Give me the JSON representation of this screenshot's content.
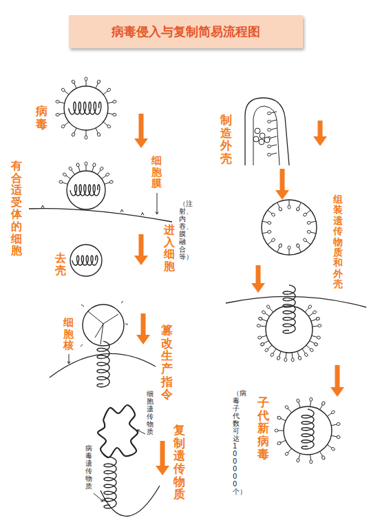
{
  "diagram": {
    "title": "病毒侵入与复制简易流程图",
    "labels": [
      "病毒",
      "有合适受体的细胞",
      "细胞膜",
      "（注射、内吞、膜融合等）",
      "进入细胞",
      "去壳",
      "细胞核",
      "篡改生产指令",
      "细胞遗传物质",
      "病毒遗传物质",
      "复制遗传物质",
      "制造外壳",
      "组装遗传物质和外壳",
      "（病毒子代数可达100000个）",
      "子代新病毒"
    ]
  }
}
